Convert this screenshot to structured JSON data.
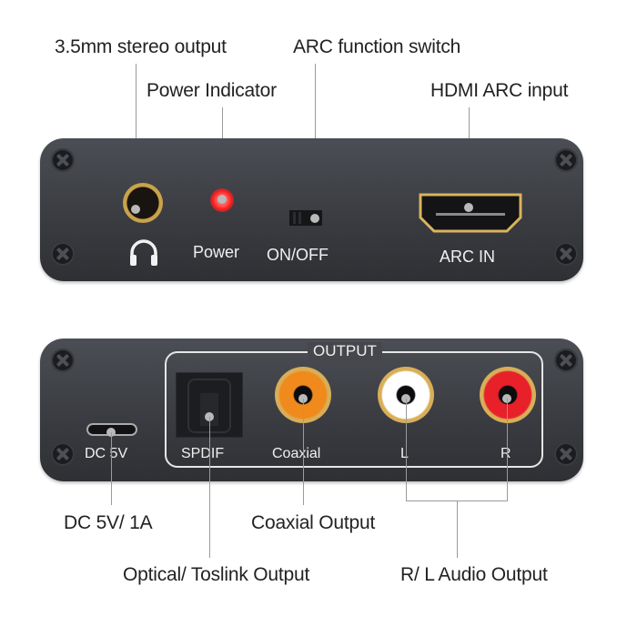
{
  "top_callouts": {
    "stereo_output": "3.5mm stereo output",
    "arc_switch": "ARC function switch",
    "power_indicator": "Power Indicator",
    "hdmi_arc_input": "HDMI ARC input"
  },
  "front_panel": {
    "headphone_icon": "headphones-icon",
    "power_label": "Power",
    "switch_label": "ON/OFF",
    "hdmi_label": "ARC IN"
  },
  "back_panel": {
    "dc_label": "DC 5V",
    "output_group_label": "OUTPUT",
    "spdif_label": "SPDIF",
    "coaxial_label": "Coaxial",
    "left_label": "L",
    "right_label": "R"
  },
  "bottom_callouts": {
    "dc_power": "DC 5V/ 1A",
    "coaxial_output": "Coaxial Output",
    "optical_output": "Optical/ Toslink Output",
    "rl_audio_output": "R/ L Audio Output"
  },
  "colors": {
    "panel": "#3e4045",
    "led": "#ff2a2a",
    "gold": "#c9a24a",
    "coax_orange": "#f08a1c",
    "rca_white": "#ffffff",
    "rca_red": "#e8202a"
  }
}
